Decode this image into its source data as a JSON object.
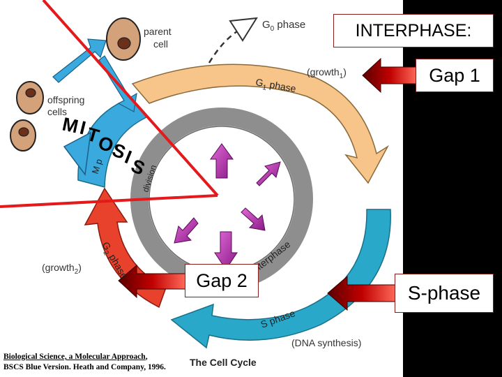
{
  "labels": {
    "interphase": "INTERPHASE:",
    "gap1": "Gap 1",
    "gap2": "Gap 2",
    "sphase": "S-phase",
    "mitosis_letters": [
      "M",
      "I",
      "T",
      "O",
      "S",
      "I",
      "S"
    ]
  },
  "diagram": {
    "g0_phase": "G",
    "g0_sub": "0",
    "g0_rest": " phase",
    "parent_cell": [
      "parent",
      "cell"
    ],
    "offspring_cells": [
      "offspring",
      "cells"
    ],
    "growth1": "(growth",
    "growth1_sub": "1",
    "growth2": "(growth",
    "growth2_sub": "2",
    "g1_phase": "G",
    "g1_sub": "1",
    "g1_rest": " phase",
    "g2_phase": "G",
    "g2_sub": "2",
    "g2_rest": " phase",
    "s_phase": "S phase",
    "interphase_ring": "interphase",
    "division": "division",
    "m_phase": "M p",
    "dna_synthesis": "(DNA synthesis)",
    "title": "The Cell Cycle"
  },
  "citation": {
    "ref_title": "Biological Science, a Molecular Approach",
    "line2": "BSCS Blue Version. Heath and Company, 1996."
  },
  "colors": {
    "g1": "#f7c48a",
    "s": "#29a8c9",
    "g2": "#e8412c",
    "m": "#3aa9dd",
    "ring": "#8e8e8e",
    "arrow_pink": "#c23ab6",
    "red_line": "#e3191c"
  }
}
